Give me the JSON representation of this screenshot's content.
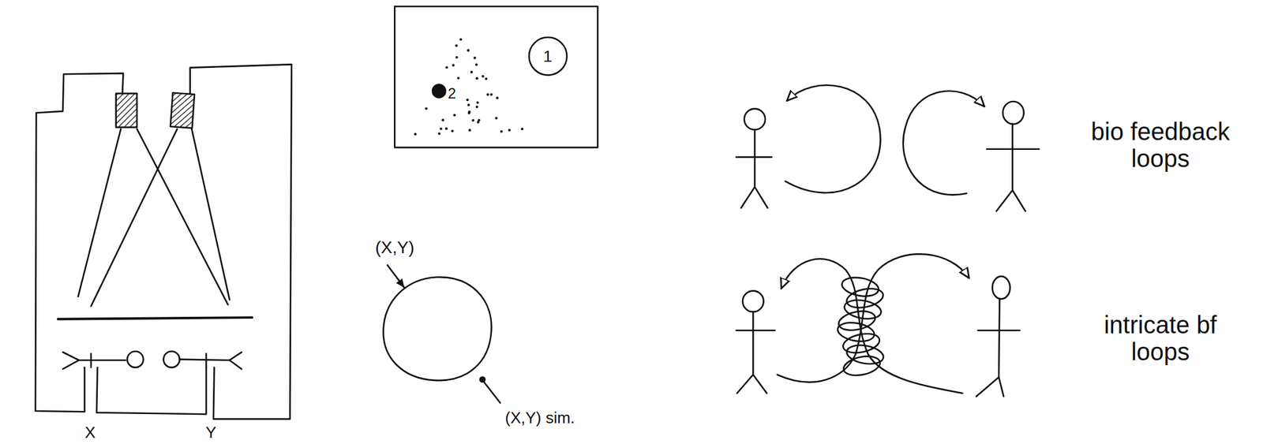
{
  "diagram": {
    "nodes": [
      {
        "text": [
          "1"
        ]
      }
    ],
    "labels": [
      "X",
      "Y",
      "2",
      "(X,Y)",
      "(X,Y) sim.",
      "bio feedback loops",
      "intricate bf loops"
    ]
  }
}
